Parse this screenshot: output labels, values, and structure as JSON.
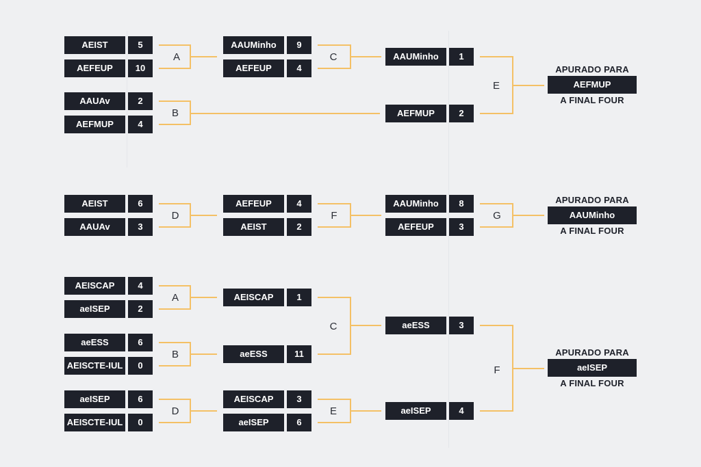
{
  "colors": {
    "background": "#eff0f2",
    "box": "#1e212a",
    "connector": "#f4c065",
    "text_on_box": "#ffffff"
  },
  "brackets": [
    {
      "r1": [
        {
          "label": "A",
          "teams": [
            {
              "name": "AEIST",
              "score": "5"
            },
            {
              "name": "AEFEUP",
              "score": "10"
            }
          ]
        },
        {
          "label": "B",
          "teams": [
            {
              "name": "AAUAv",
              "score": "2"
            },
            {
              "name": "AEFMUP",
              "score": "4"
            }
          ]
        }
      ],
      "r2": [
        {
          "label": "C",
          "teams": [
            {
              "name": "AAUMinho",
              "score": "9"
            },
            {
              "name": "AEFEUP",
              "score": "4"
            }
          ]
        }
      ],
      "r3": [
        {
          "label": "E",
          "teams": [
            {
              "name": "AAUMinho",
              "score": "1"
            },
            {
              "name": "AEFMUP",
              "score": "2"
            }
          ]
        }
      ],
      "advance": {
        "top": "APURADO PARA",
        "team": "AEFMUP",
        "bottom": "A FINAL FOUR"
      }
    },
    {
      "r1": [
        {
          "label": "D",
          "teams": [
            {
              "name": "AEIST",
              "score": "6"
            },
            {
              "name": "AAUAv",
              "score": "3"
            }
          ]
        }
      ],
      "r2": [
        {
          "label": "F",
          "teams": [
            {
              "name": "AEFEUP",
              "score": "4"
            },
            {
              "name": "AEIST",
              "score": "2"
            }
          ]
        }
      ],
      "r3": [
        {
          "label": "G",
          "teams": [
            {
              "name": "AAUMinho",
              "score": "8"
            },
            {
              "name": "AEFEUP",
              "score": "3"
            }
          ]
        }
      ],
      "advance": {
        "top": "APURADO PARA",
        "team": "AAUMinho",
        "bottom": "A FINAL FOUR"
      }
    },
    {
      "r1": [
        {
          "label": "A",
          "teams": [
            {
              "name": "AEISCAP",
              "score": "4"
            },
            {
              "name": "aeISEP",
              "score": "2"
            }
          ]
        },
        {
          "label": "B",
          "teams": [
            {
              "name": "aeESS",
              "score": "6"
            },
            {
              "name": "AEISCTE-IUL",
              "score": "0"
            }
          ]
        },
        {
          "label": "D",
          "teams": [
            {
              "name": "aeISEP",
              "score": "6"
            },
            {
              "name": "AEISCTE-IUL",
              "score": "0"
            }
          ]
        }
      ],
      "r2_winners": [
        {
          "name": "AEISCAP",
          "score": "1"
        },
        {
          "name": "aeESS",
          "score": "11"
        }
      ],
      "r2_label": "C",
      "r2": [
        {
          "label": "E",
          "teams": [
            {
              "name": "AEISCAP",
              "score": "3"
            },
            {
              "name": "aeISEP",
              "score": "6"
            }
          ]
        }
      ],
      "r3": [
        {
          "label": "F",
          "teams": [
            {
              "name": "aeESS",
              "score": "3"
            },
            {
              "name": "aeISEP",
              "score": "4"
            }
          ]
        }
      ],
      "advance": {
        "top": "APURADO PARA",
        "team": "aeISEP",
        "bottom": "A FINAL FOUR"
      }
    }
  ]
}
